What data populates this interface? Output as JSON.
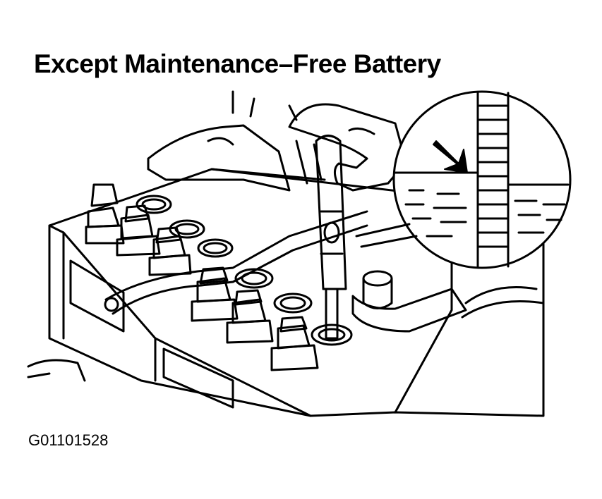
{
  "title": "Except Maintenance–Free Battery",
  "figure_id": "G01101528",
  "illustration": {
    "subject": "hydrometer-checking-electrolyte-level",
    "line_color": "#000000",
    "background": "#ffffff"
  }
}
